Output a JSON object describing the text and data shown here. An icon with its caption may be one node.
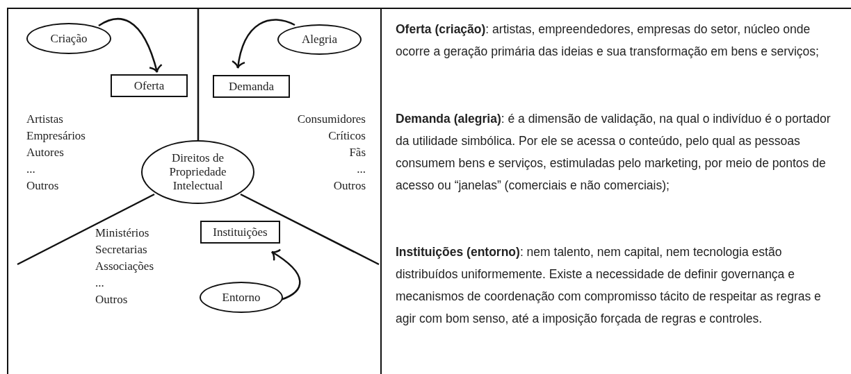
{
  "diagram": {
    "nodes": [
      {
        "text": [
          "Criação"
        ]
      },
      {
        "text": [
          "Oferta"
        ]
      },
      {
        "text": [
          "Demanda"
        ]
      },
      {
        "text": [
          "Alegria"
        ]
      },
      {
        "text": [
          "Direitos de Propriedade Intelectual"
        ]
      },
      {
        "text": [
          "Instituições"
        ]
      },
      {
        "text": [
          "Entorno"
        ]
      }
    ],
    "edges": [
      {
        "from": 0,
        "to": 1,
        "arrow": "to"
      },
      {
        "from": 3,
        "to": 2,
        "arrow": "to"
      },
      {
        "from": 6,
        "to": 5,
        "arrow": "to"
      }
    ],
    "labels": [
      "Artistas",
      "Empresários",
      "Autores",
      "...",
      "Outros",
      "Consumidores",
      "Críticos",
      "Fãs",
      "...",
      "Outros",
      "Ministérios",
      "Secretarias",
      "Associações",
      "...",
      "Outros",
      "**Oferta (criação)**: artistas, empreendedores, empresas do setor, núcleo onde ocorre a geração primária das ideias e sua transformação em bens e serviços;",
      "**Demanda (alegria)**: é a dimensão de validação, na qual o indivíduo é o portador da utilidade simbólica. Por ele se acessa o conteúdo, pelo qual as pessoas consumem bens e serviços, estimuladas pelo marketing, por meio de pontos de acesso ou “janelas” (comerciais e não comerciais);",
      "**Instituições (entorno)**: nem talento, nem capital, nem tecnologia estão distribuídos uniformemente. Existe a necessidade de definir governança e mecanismos de coordenação com compromisso tácito de respeitar as regras e agir com bom senso, até a imposição forçada de regras e controles."
    ]
  }
}
